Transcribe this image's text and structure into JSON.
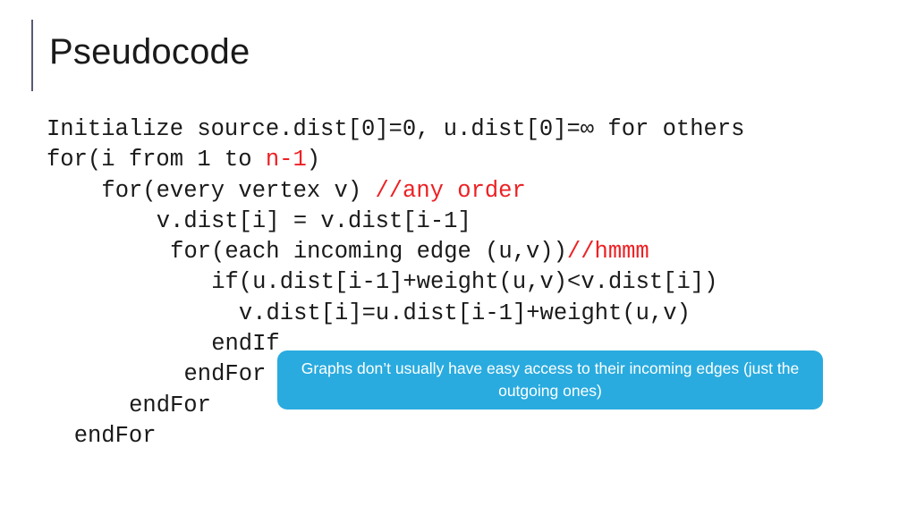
{
  "slide": {
    "title": "Pseudocode",
    "accent_color": "#585a75",
    "background_color": "#ffffff"
  },
  "code": {
    "text_color": "#1a1a1a",
    "highlight_color": "#ED2024",
    "lines": [
      {
        "indent": 0,
        "segments": [
          {
            "text": "Initialize source.dist[0]=0, u.dist[0]=∞ for others",
            "color": "default"
          }
        ]
      },
      {
        "indent": 0,
        "segments": [
          {
            "text": "for(i from 1 to ",
            "color": "default"
          },
          {
            "text": "n-1",
            "color": "red"
          },
          {
            "text": ")",
            "color": "default"
          }
        ]
      },
      {
        "indent": 4,
        "segments": [
          {
            "text": "for(every vertex v) ",
            "color": "default"
          },
          {
            "text": "//any order",
            "color": "red"
          }
        ]
      },
      {
        "indent": 8,
        "segments": [
          {
            "text": "v.dist[i] = v.dist[i-1]",
            "color": "default"
          }
        ]
      },
      {
        "indent": 9,
        "segments": [
          {
            "text": "for(each incoming edge (u,v))",
            "color": "default"
          },
          {
            "text": "//hmmm",
            "color": "red"
          }
        ]
      },
      {
        "indent": 12,
        "segments": [
          {
            "text": "if(u.dist[i-1]+weight(u,v)<v.dist[i])",
            "color": "default"
          }
        ]
      },
      {
        "indent": 14,
        "segments": [
          {
            "text": "v.dist[i]=u.dist[i-1]+weight(u,v)",
            "color": "default"
          }
        ]
      },
      {
        "indent": 12,
        "segments": [
          {
            "text": "endIf",
            "color": "default"
          }
        ]
      },
      {
        "indent": 10,
        "segments": [
          {
            "text": "endFor",
            "color": "default"
          }
        ]
      },
      {
        "indent": 6,
        "segments": [
          {
            "text": "endFor",
            "color": "default"
          }
        ]
      },
      {
        "indent": 2,
        "segments": [
          {
            "text": "endFor",
            "color": "default"
          }
        ]
      }
    ]
  },
  "callout": {
    "text": "Graphs don’t usually have easy access to their incoming edges (just the outgoing ones)",
    "background_color": "#29ABDF",
    "text_color": "#ffffff"
  }
}
